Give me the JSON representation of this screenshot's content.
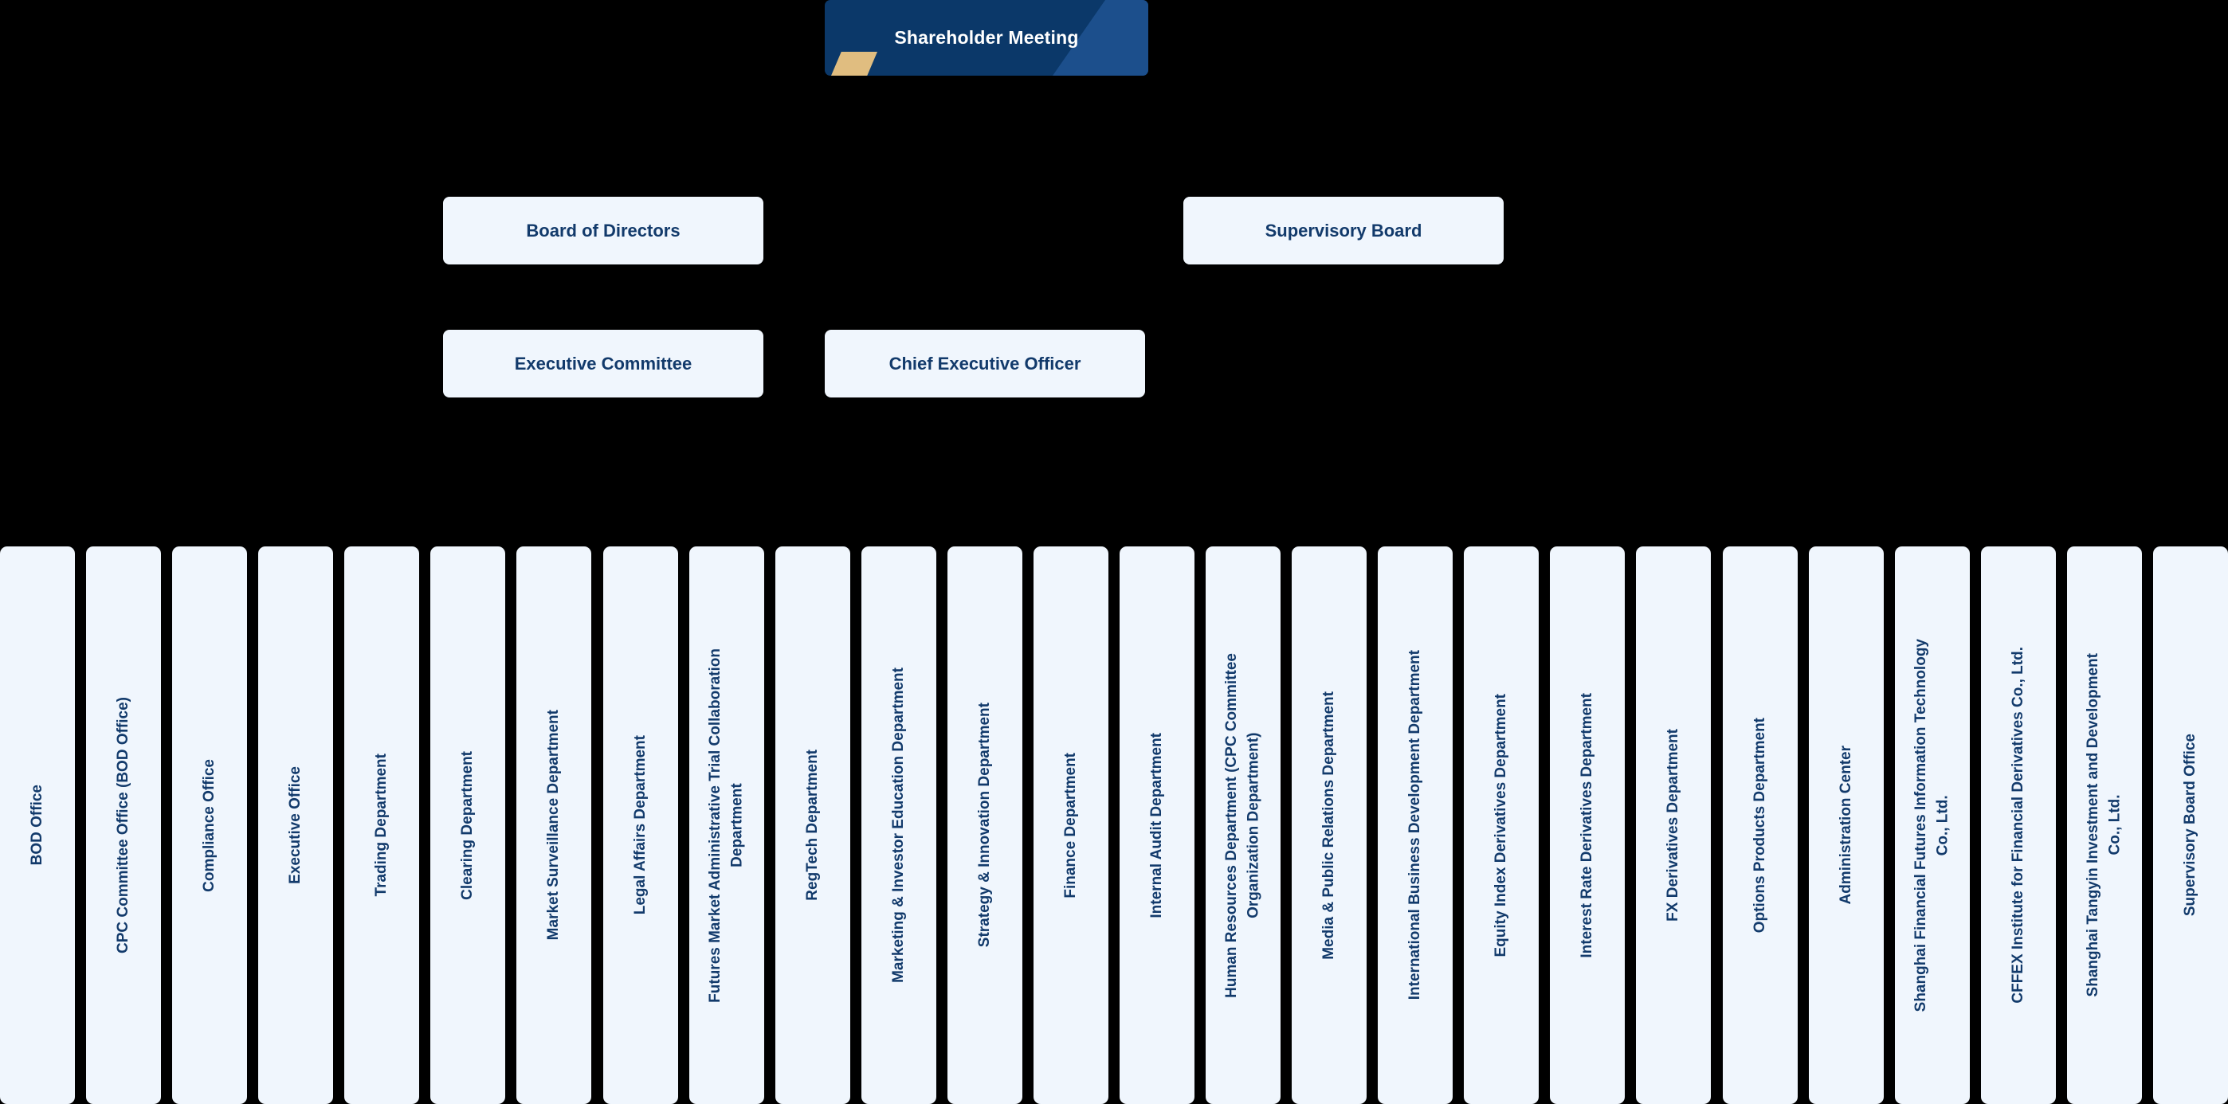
{
  "colors": {
    "background": "#000000",
    "banner_navy": "#0b3869",
    "banner_wedge_blue": "#1c4f8c",
    "banner_accent_gold": "#e0bd80",
    "box_fill": "#f0f6fd",
    "text_navy": "#123a6b",
    "banner_text": "#ffffff"
  },
  "banner": {
    "title": "Shareholder Meeting"
  },
  "governance": {
    "board_of_directors": "Board of Directors",
    "supervisory_board": "Supervisory Board",
    "executive_committee": "Executive Committee",
    "chief_executive_officer": "Chief Executive Officer"
  },
  "departments": [
    {
      "label": "BOD Office"
    },
    {
      "label": "CPC Committee Office (BOD Office)"
    },
    {
      "label": "Compliance Office"
    },
    {
      "label": "Executive Office"
    },
    {
      "label": "Trading Department"
    },
    {
      "label": "Clearing Department"
    },
    {
      "label": "Market Surveillance Department"
    },
    {
      "label": "Legal Affairs Department"
    },
    {
      "label": "Futures Market Administrative Trial Collaboration\nDepartment"
    },
    {
      "label": "RegTech Department"
    },
    {
      "label": "Marketing & Investor Education Department"
    },
    {
      "label": "Strategy & Innovation Department"
    },
    {
      "label": "Finance Department"
    },
    {
      "label": "Internal Audit Department"
    },
    {
      "label": "Human Resources Department (CPC Committee\nOrganization Department)"
    },
    {
      "label": "Media & Public Relations Department"
    },
    {
      "label": "International Business Development Department"
    },
    {
      "label": "Equity Index Derivatives Department"
    },
    {
      "label": "Interest Rate Derivatives Department"
    },
    {
      "label": "FX Derivatives Department"
    },
    {
      "label": "Options Products Department"
    },
    {
      "label": "Administration Center"
    },
    {
      "label": "Shanghai Financial Futures Information Technology\nCo., Ltd."
    },
    {
      "label": "CFFEX Institute for Financial Derivatives Co., Ltd."
    },
    {
      "label": "Shanghai Tangyin Investment and Development\nCo., Ltd."
    },
    {
      "label": "Supervisory Board Office"
    }
  ]
}
